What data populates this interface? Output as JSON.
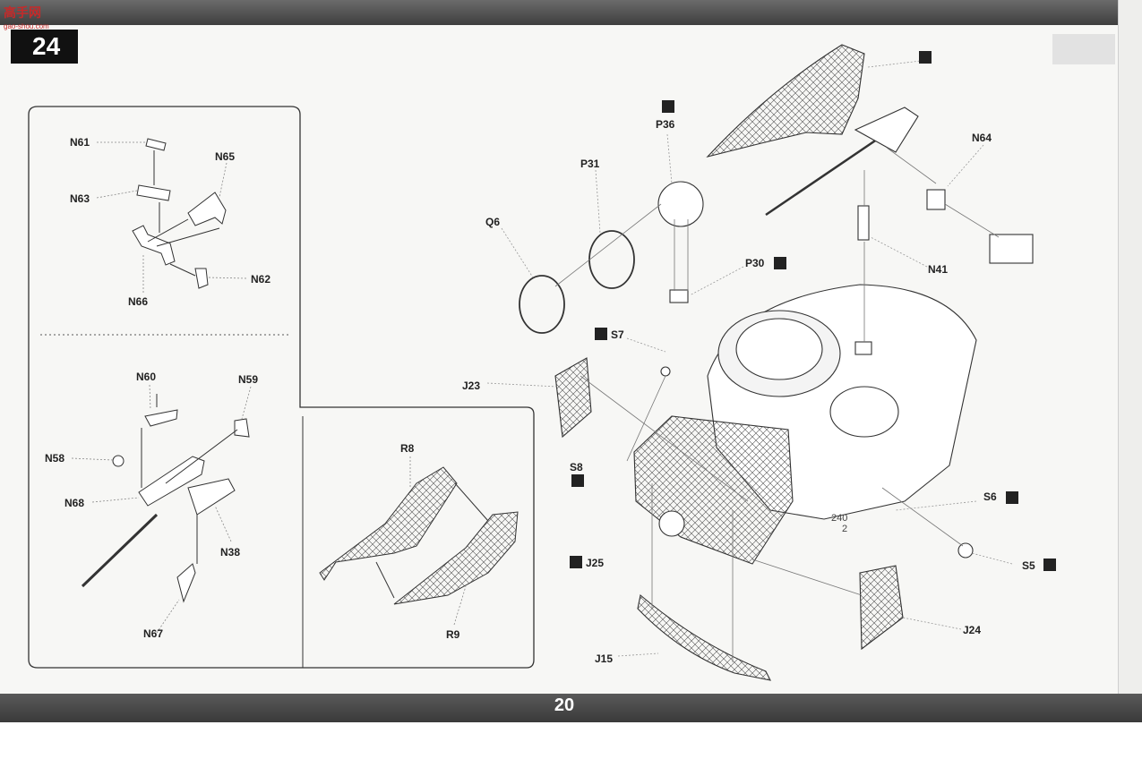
{
  "step_number": "24",
  "page_number": "20",
  "watermark": {
    "text": "高手网",
    "url": "gao-shou.com"
  },
  "part_labels": {
    "N61": "N61",
    "N63": "N63",
    "N65": "N65",
    "N66": "N66",
    "N62": "N62",
    "N60": "N60",
    "N59": "N59",
    "N58": "N58",
    "N68": "N68",
    "N38": "N38",
    "N67": "N67",
    "R8": "R8",
    "R9": "R9",
    "Q6": "Q6",
    "P31": "P31",
    "P36": "P36",
    "P30": "P30",
    "N64": "N64",
    "N41": "N41",
    "S7": "S7",
    "J23": "J23",
    "S8": "S8",
    "J25": "J25",
    "J15": "J15",
    "S6": "S6",
    "S5": "S5",
    "J24": "J24"
  },
  "hull_marking": {
    "line1": "240",
    "line2": "2"
  },
  "icons": [
    "glue-icon"
  ]
}
